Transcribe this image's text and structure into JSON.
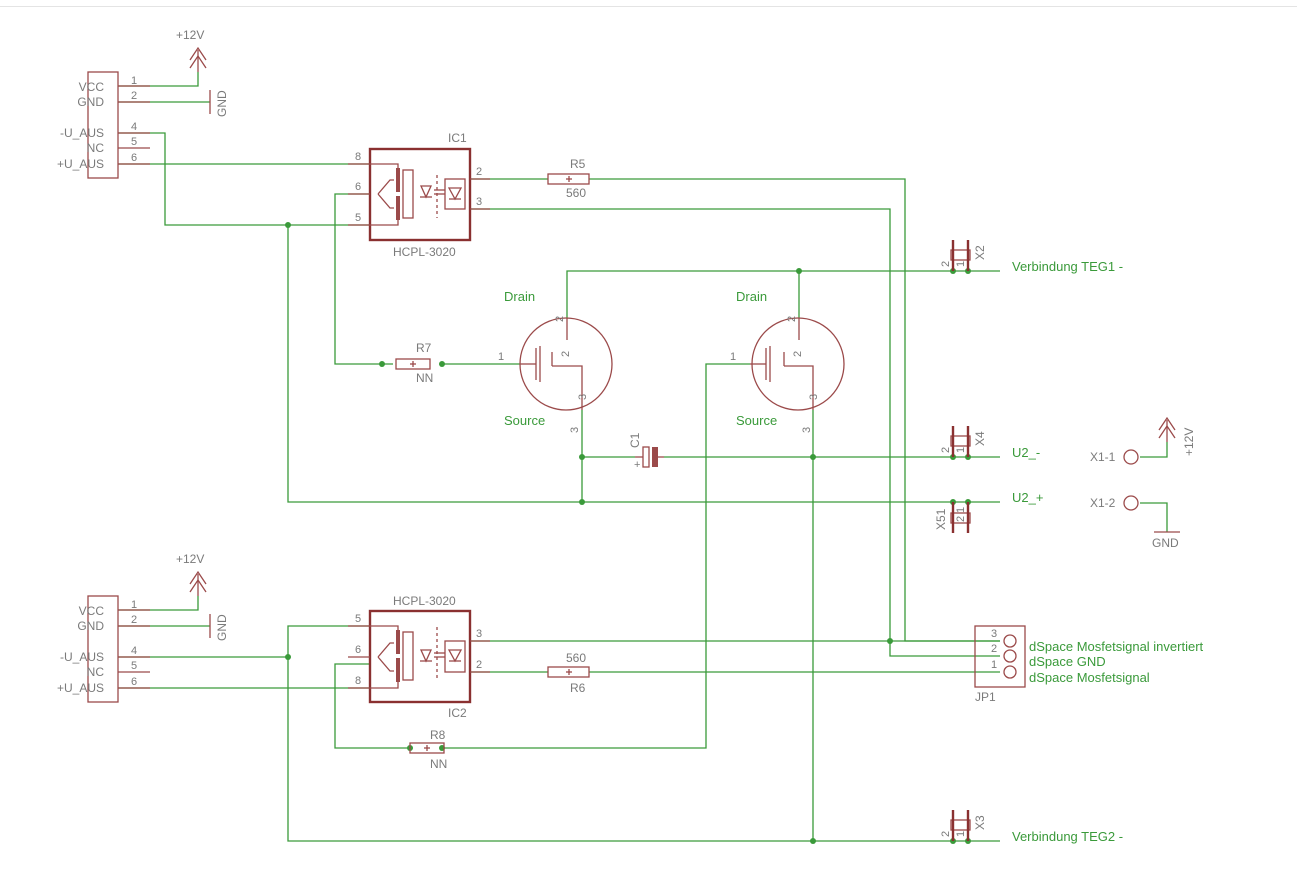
{
  "power": {
    "plus12v_a": "+12V",
    "plus12v_b": "+12V",
    "plus12v_c": "+12V",
    "gnd": "GND"
  },
  "connectors": {
    "upper": {
      "labels": [
        "VCC",
        "GND",
        "-U_AUS",
        "NC",
        "+U_AUS"
      ],
      "pins": [
        "1",
        "2",
        "4",
        "5",
        "6"
      ]
    },
    "lower": {
      "labels": [
        "VCC",
        "GND",
        "-U_AUS",
        "NC",
        "+U_AUS"
      ],
      "pins": [
        "1",
        "2",
        "4",
        "5",
        "6"
      ]
    }
  },
  "ic1": {
    "name": "IC1",
    "value": "HCPL-3020",
    "pins": [
      "8",
      "6",
      "5",
      "2",
      "3"
    ]
  },
  "ic2": {
    "name": "IC2",
    "value": "HCPL-3020",
    "pins": [
      "5",
      "6",
      "8",
      "3",
      "2"
    ]
  },
  "resistors": {
    "r5": {
      "name": "R5",
      "value": "560"
    },
    "r6": {
      "name": "R6",
      "value": "560"
    },
    "r7": {
      "name": "R7",
      "value": "NN"
    },
    "r8": {
      "name": "R8",
      "value": "NN"
    }
  },
  "capacitor": {
    "name": "C1"
  },
  "mosfets": {
    "left": {
      "drain": "Drain",
      "source": "Source",
      "pins": [
        "1",
        "2",
        "3"
      ]
    },
    "right": {
      "drain": "Drain",
      "source": "Source",
      "pins": [
        "1",
        "2",
        "3"
      ]
    }
  },
  "jumpers": {
    "x2": "X2",
    "x4": "X4",
    "x51": "X51",
    "x3": "X3",
    "pins": [
      "2",
      "1"
    ]
  },
  "nets": {
    "teg1": "Verbindung TEG1 -",
    "u2_minus": "U2_-",
    "u2_plus": "U2_+",
    "teg2": "Verbindung TEG2 -"
  },
  "terminals": {
    "x1_1": "X1-1",
    "x1_2": "X1-2"
  },
  "jp1": {
    "name": "JP1",
    "pins": [
      "3",
      "2",
      "1"
    ],
    "signals": [
      "dSpace Mosfetsignal invertiert",
      "dSpace GND",
      "dSpace Mosfetsignal"
    ]
  }
}
